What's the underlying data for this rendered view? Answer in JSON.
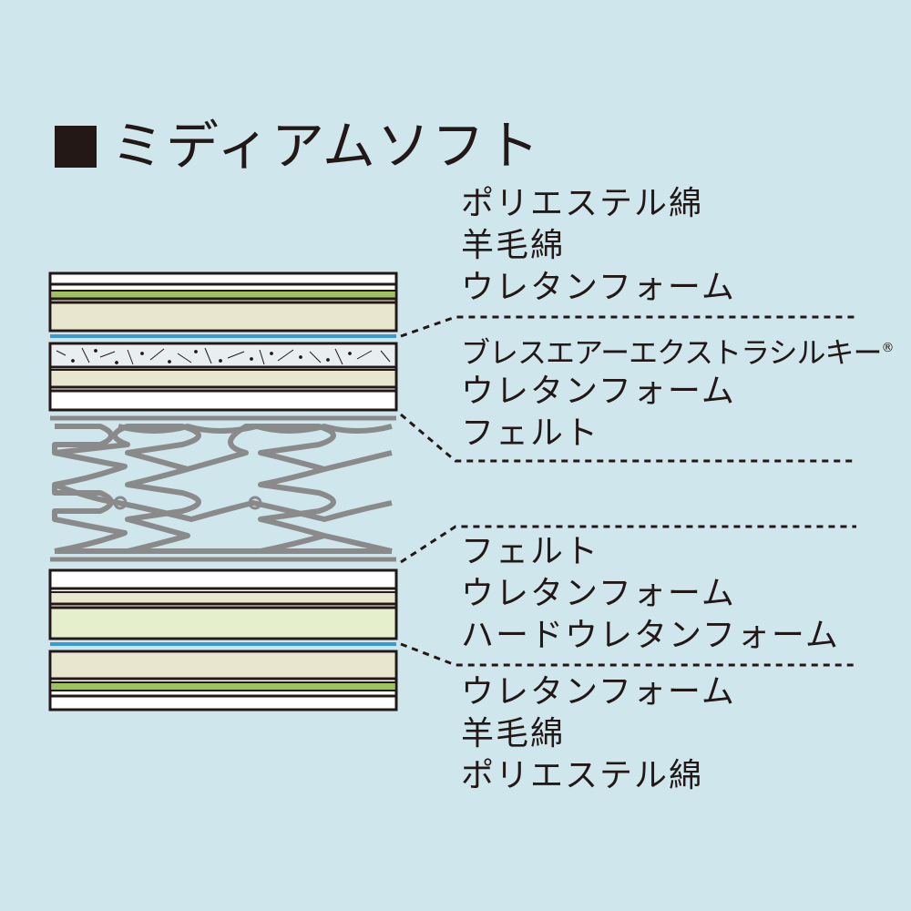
{
  "title": "ミディアムソフト",
  "labels": [
    "ポリエステル綿",
    "羊毛綿",
    "ウレタンフォーム",
    "ブレスエアーエクストラシルキー",
    "ウレタンフォーム",
    "フェルト",
    "フェルト",
    "ウレタンフォーム",
    "ハードウレタンフォーム",
    "ウレタンフォーム",
    "羊毛綿",
    "ポリエステル綿"
  ],
  "registered_mark": "®",
  "colors": {
    "background": "#cfe6ed",
    "outline": "#231815",
    "green": "#9fc25e",
    "cream": "#e8e6cf",
    "light_green": "#e6efcc",
    "blue_line": "#3a9ad6",
    "spring": "#8a8a8a"
  }
}
